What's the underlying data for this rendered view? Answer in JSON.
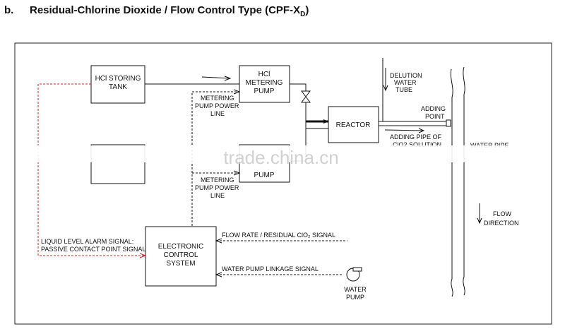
{
  "section": {
    "label": "b.",
    "title": "Residual-Chlorine Dioxide / Flow Control Type (CPF-X",
    "subscript": "D",
    "title_suffix": ")"
  },
  "boxes": {
    "hcl_tank": [
      "HCl STORING",
      "TANK"
    ],
    "hcl_pump": [
      "HCl",
      "METERING",
      "PUMP"
    ],
    "reactor": "REACTOR",
    "pump2": "PUMP",
    "control": [
      "ELECTRONIC",
      "CONTROL",
      "SYSTEM"
    ]
  },
  "labels": {
    "metering_power_1": [
      "METERING",
      "PUMP POWER",
      "LINE"
    ],
    "metering_power_2": [
      "METERING",
      "PUMP POWER",
      "LINE"
    ],
    "dilution": [
      "DELUTION",
      "WATER",
      "TUBE"
    ],
    "adding_point": [
      "ADDING",
      "POINT"
    ],
    "adding_pipe": [
      "ADDING PIPE OF",
      "ClO2 SOLUTION"
    ],
    "water_pipe": "WATER PIPE",
    "flow_direction": [
      "FLOW",
      "DIRECTION"
    ],
    "alarm": [
      "LIQUID LEVEL ALARM SIGNAL:",
      "PASSIVE CONTACT POINT SIGNAL"
    ],
    "flow_signal": "FLOW RATE / RESIDUAL ClO₂ SIGNAL",
    "pump_signal": "WATER PUMP LINKAGE SIGNAL",
    "water_pump": [
      "WATER",
      "PUMP"
    ]
  },
  "watermark": "trade.china.cn",
  "colors": {
    "alarm_line": "#d42020",
    "line": "#111111",
    "watermark": "#c9c9c9"
  }
}
